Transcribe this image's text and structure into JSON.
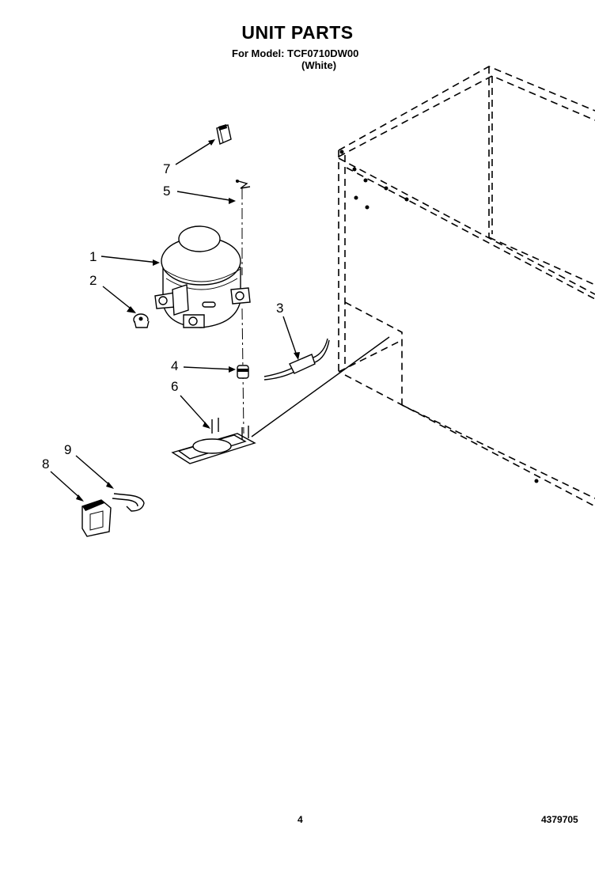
{
  "header": {
    "title": "UNIT PARTS",
    "model_line": "For Model: TCF0710DW00",
    "color_line": "(White)"
  },
  "callouts": [
    "1",
    "2",
    "3",
    "4",
    "5",
    "6",
    "7",
    "8",
    "9"
  ],
  "footer": {
    "page_number": "4",
    "document_number": "4379705"
  }
}
